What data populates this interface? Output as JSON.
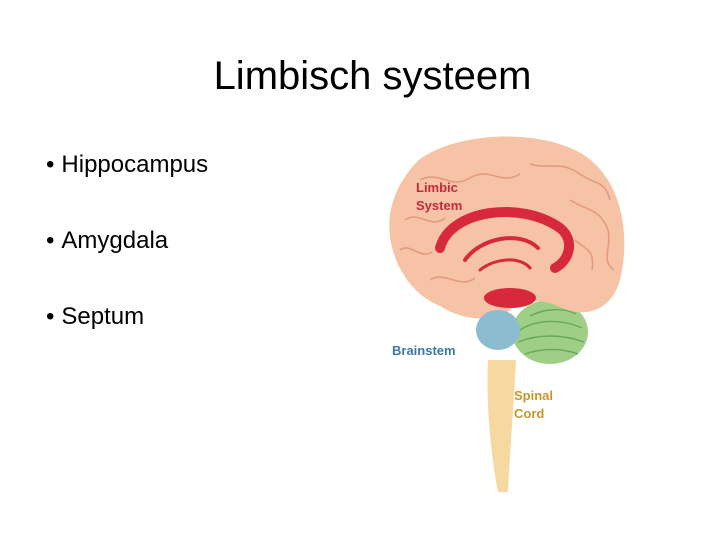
{
  "slide": {
    "title": "Limbisch systeem",
    "bullet_glyph": "•",
    "bullets": [
      "Hippocampus",
      "Amygdala",
      "Septum"
    ]
  },
  "figure": {
    "labels": {
      "limbic_line1": "Limbic",
      "limbic_line2": "System",
      "brainstem": "Brainstem",
      "spinal_line1": "Spinal",
      "spinal_line2": "Cord"
    },
    "colors": {
      "cortex": "#f6c3a6",
      "limbic": "#d8283c",
      "brainstem": "#8bbcd0",
      "cerebellum": "#9fcf86",
      "spinal_cord": "#f5d9a0",
      "label_red": "#c8283c",
      "label_blue": "#3c78a8",
      "label_gold": "#c8962e"
    }
  }
}
